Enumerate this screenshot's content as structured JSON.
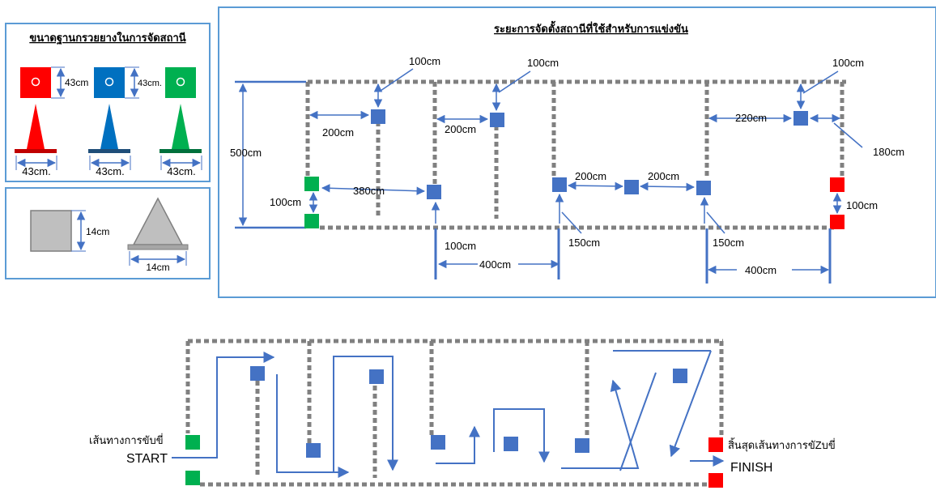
{
  "panels": {
    "cone_sizes": {
      "title": "ขนาดฐานกรวยยางในการจัดสถานี",
      "cones": [
        {
          "color": "#ff0000",
          "height_label": "43cm",
          "width_label": "43cm."
        },
        {
          "color": "#0070c0",
          "height_label": "43cm.",
          "width_label": "43cm."
        },
        {
          "color": "#00b050",
          "height_label": "",
          "width_label": "43cm."
        }
      ]
    },
    "marker_sizes": {
      "square_label": "14cm",
      "triangle_label": "14cm"
    },
    "layout": {
      "title": "ระยะการจัดตั้งสถานีที่ใช้สำหรับการแข่งขัน",
      "labels": {
        "height_500": "500cm",
        "gap_start": "100cm",
        "dist_380": "380cm",
        "top1": "100cm",
        "top2": "100cm",
        "top3": "100cm",
        "left1": "200cm",
        "left2": "200cm",
        "left3": "220cm",
        "right3": "180cm",
        "mid1": "200cm",
        "mid2": "200cm",
        "bottom1": "100cm",
        "bottom2": "150cm",
        "bottom3": "150cm",
        "span1": "400cm",
        "span2": "400cm",
        "gap_finish": "100cm"
      }
    },
    "route": {
      "start_thai": "เส้นทางการขับขี่",
      "start_en": "START",
      "finish_thai": "สิ้นสุดเส้นทางการขัZบขี่",
      "finish_en": "FINISH"
    }
  },
  "colors": {
    "blue": "#4472c4",
    "green": "#00b050",
    "red": "#ff0000",
    "gray": "#808080",
    "frame": "#5b9bd5"
  }
}
